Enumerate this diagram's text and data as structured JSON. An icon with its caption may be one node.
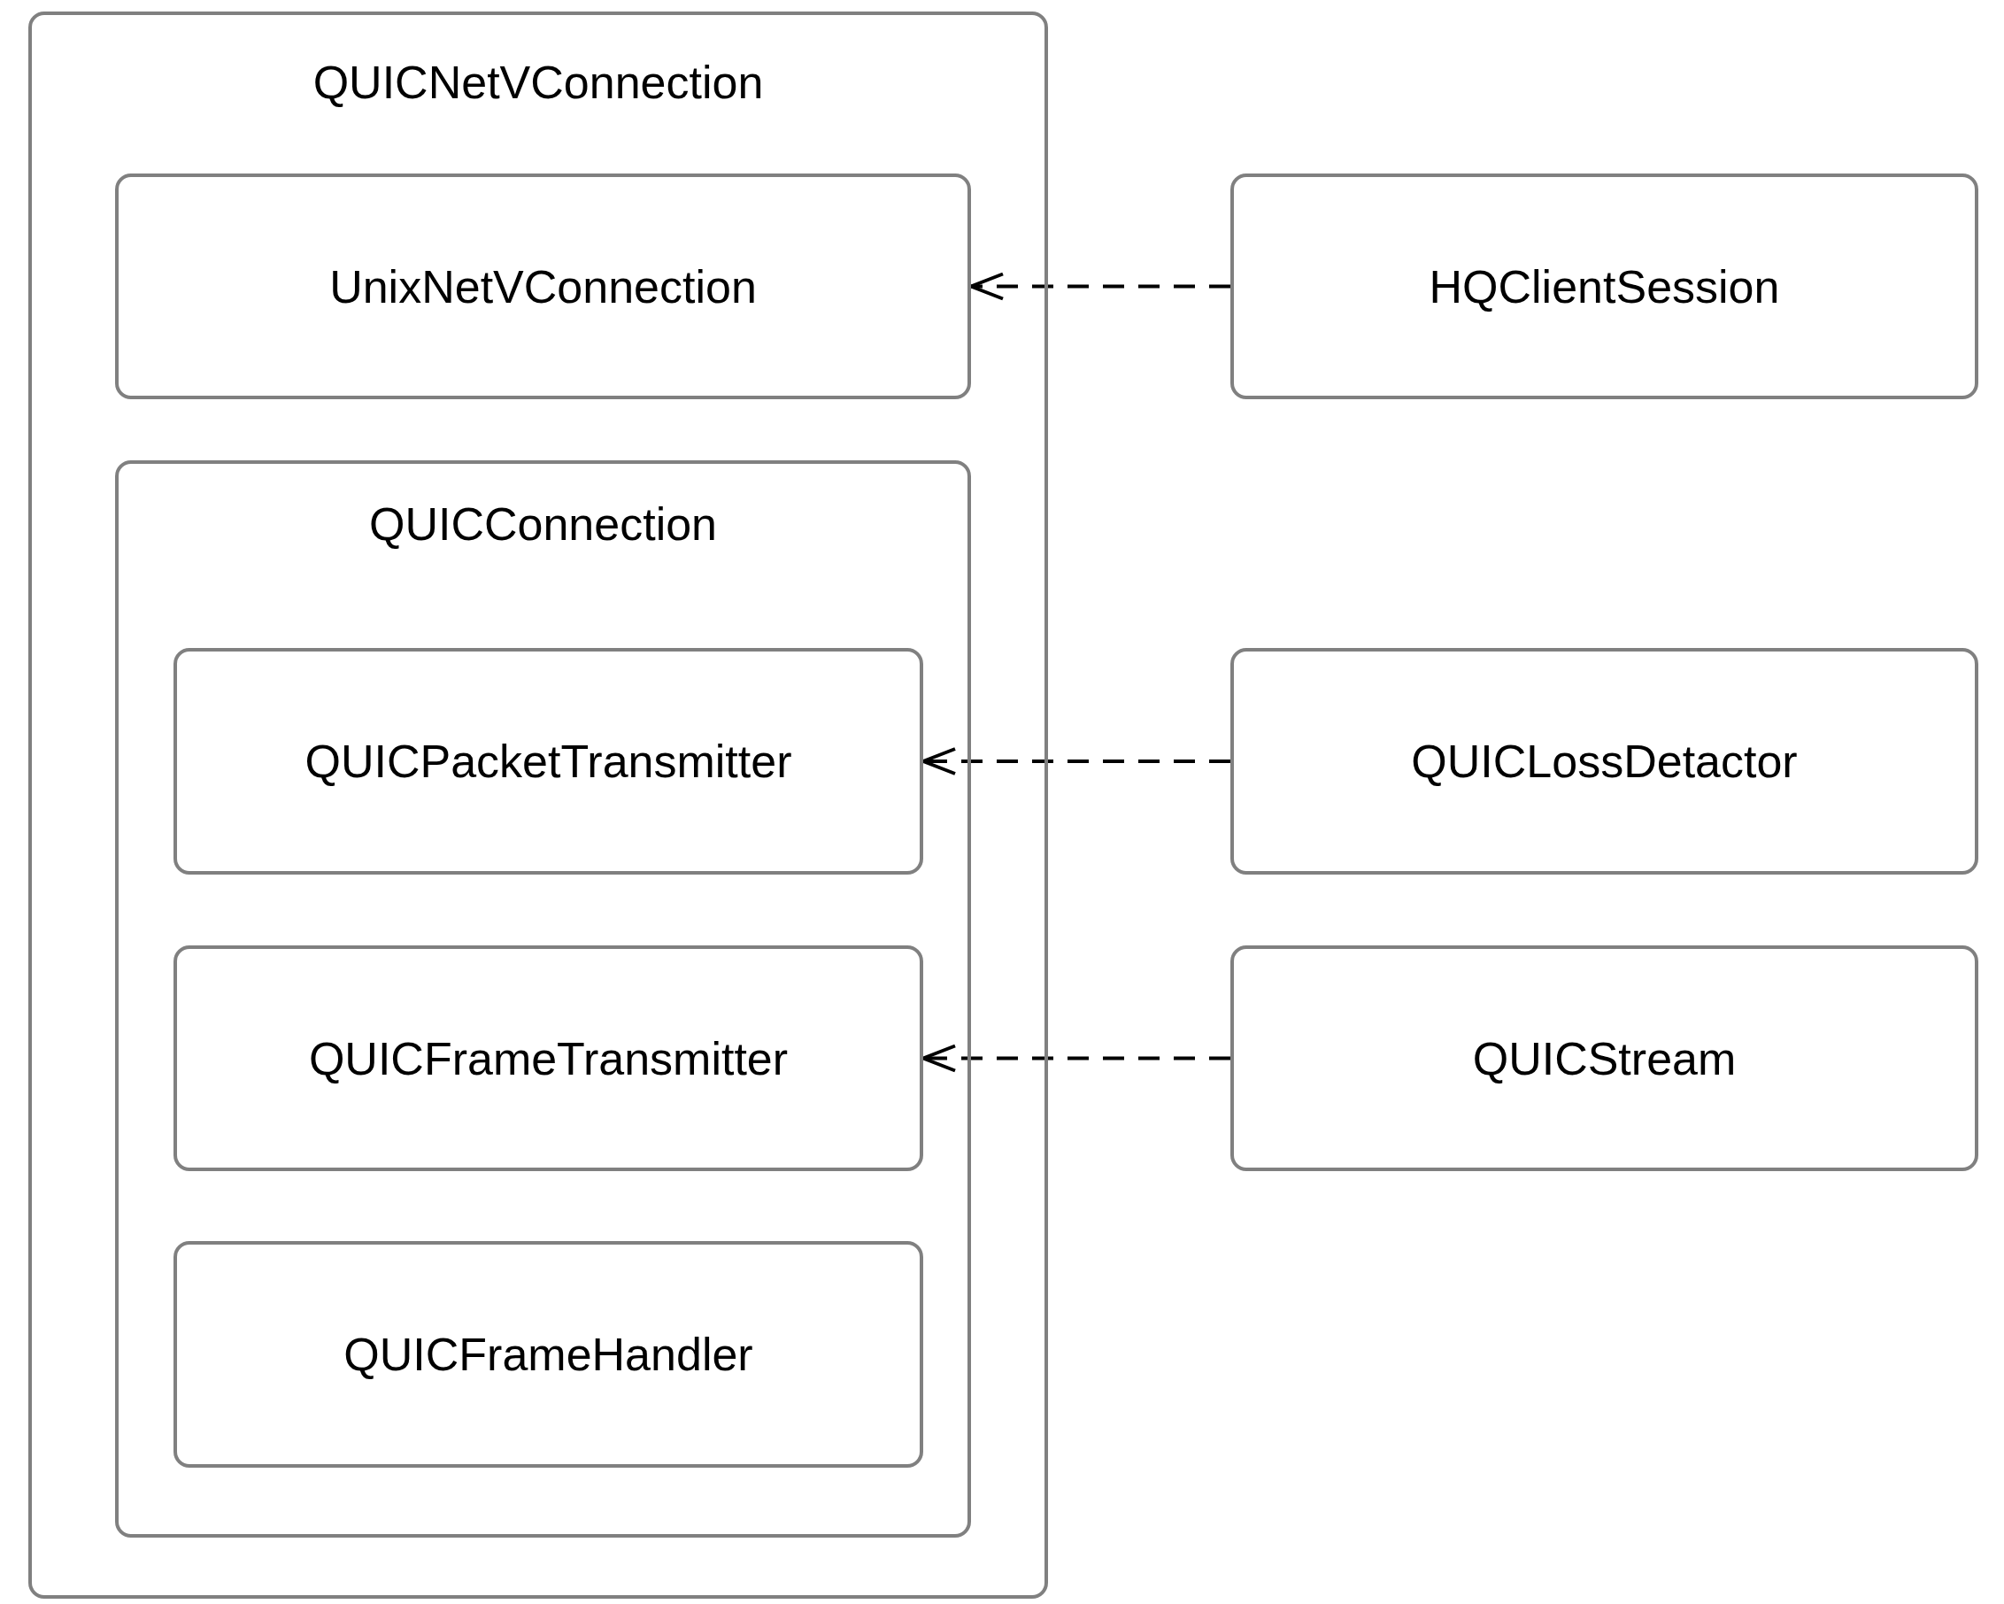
{
  "diagram": {
    "nodes": [
      {
        "text": [
          "QUICNetVConnection"
        ]
      },
      {
        "text": [
          "UnixNetVConnection"
        ],
        "in": 0
      },
      {
        "text": [
          "QUICConnection"
        ],
        "in": 0
      },
      {
        "text": [
          "QUICPacketTransmitter"
        ],
        "in": 2
      },
      {
        "text": [
          "QUICFrameTransmitter"
        ],
        "in": 2
      },
      {
        "text": [
          "QUICFrameHandler"
        ],
        "in": 2
      },
      {
        "text": [
          "HQClientSession"
        ]
      },
      {
        "text": [
          "QUICLossDetactor"
        ]
      },
      {
        "text": [
          "QUICStream"
        ]
      }
    ],
    "edges": [
      {
        "from": 6,
        "to": 1,
        "arrow": "to",
        "style": "dashed"
      },
      {
        "from": 7,
        "to": 3,
        "arrow": "to",
        "style": "dashed"
      },
      {
        "from": 8,
        "to": 4,
        "arrow": "to",
        "style": "dashed"
      }
    ]
  }
}
